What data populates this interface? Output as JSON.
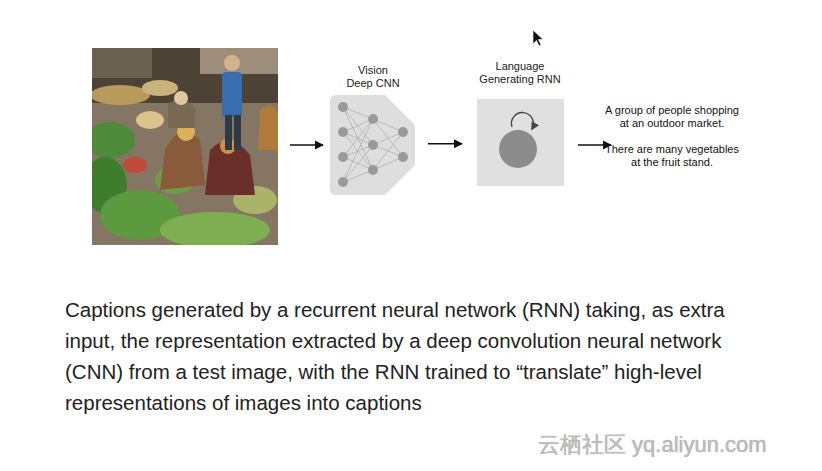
{
  "diagram": {
    "caption": "Captions generated by a recurrent neural network (RNN) taking, as extra input, the representation extracted by a deep convolution neural network (CNN) from a test image, with the RNN trained to “translate” high-level representations of images into captions",
    "nodes": [
      {
        "text": [
          "Vision Deep CNN"
        ]
      },
      {
        "text": [
          "Language Generating RNN"
        ]
      }
    ],
    "edges": [
      {
        "from": 0,
        "to": 1,
        "arrow": "to"
      }
    ],
    "labels": [
      "A group of people shopping at an outdoor market.",
      "There are many vegetables at the fruit stand.",
      "云栖社区 yq.aliyun.com"
    ]
  }
}
